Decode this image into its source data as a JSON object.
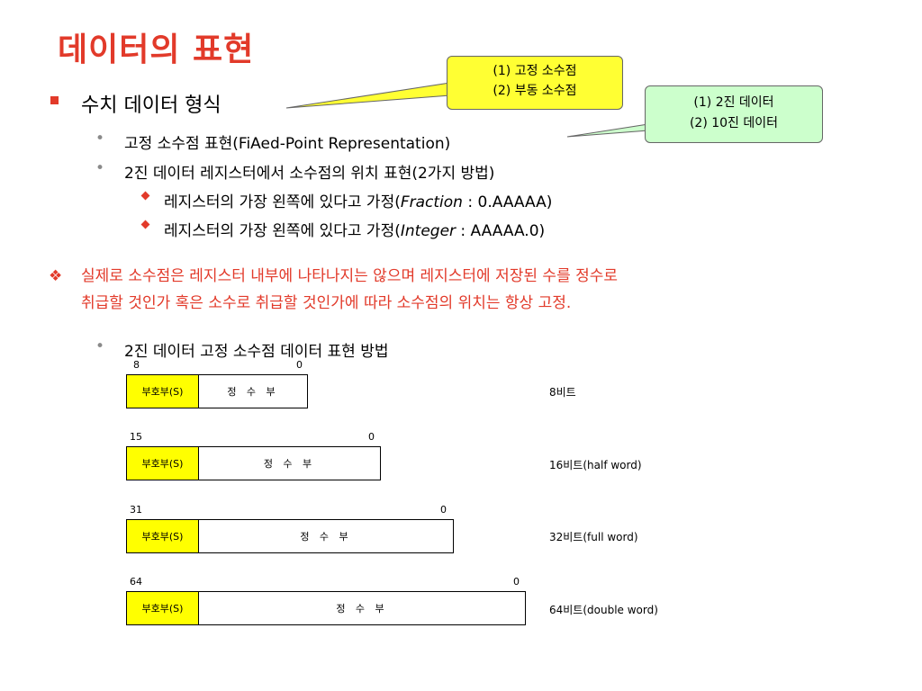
{
  "title": "데이터의 표현",
  "heading": "수치 데이터 형식",
  "callout_yellow": [
    "(1) 고정 소수점",
    "(2) 부동 소수점"
  ],
  "callout_green": [
    "(1) 2진 데이터",
    "(2) 10진 데이터"
  ],
  "bullets": {
    "fixed_point": "고정 소수점 표현(FiAed-Point Representation)",
    "binary_register": "2진 데이터 레지스터에서 소수점의 위치 표현(2가지 방법)",
    "sub1_prefix": "레지스터의 가장 왼쪽에 있다고 가정(",
    "sub1_italic": "Fraction",
    "sub1_suffix": " : 0.AAAAA)",
    "sub2_prefix": "레지스터의 가장 왼쪽에 있다고 가정(",
    "sub2_italic": "Integer",
    "sub2_suffix": " : AAAAA.0)"
  },
  "note_lines": [
    "실제로 소수점은 레지스터 내부에 나타나지는 않으며 레지스터에 저장된 수를 정수로",
    "취급할 것인가 혹은 소수로 취급할 것인가에 따라 소수점의 위치는 항상 고정."
  ],
  "method_heading": "2진 데이터 고정 소수점 데이터 표현 방법",
  "registers": [
    {
      "high": "8",
      "low": "0",
      "sign": "부호부(S)",
      "body": "정 수 부",
      "label": "8비트"
    },
    {
      "high": "15",
      "low": "0",
      "sign": "부호부(S)",
      "body": "정 수 부",
      "label": "16비트(half word)"
    },
    {
      "high": "31",
      "low": "0",
      "sign": "부호부(S)",
      "body": "정 수 부",
      "label": "32비트(full word)"
    },
    {
      "high": "64",
      "low": "0",
      "sign": "부호부(S)",
      "body": "정 수 부",
      "label": "64비트(double word)"
    }
  ],
  "colors": {
    "accent": "#e23a2a",
    "callout_yellow": "#ffff33",
    "callout_green": "#ccffcc",
    "sign_fill": "#ffff00"
  }
}
